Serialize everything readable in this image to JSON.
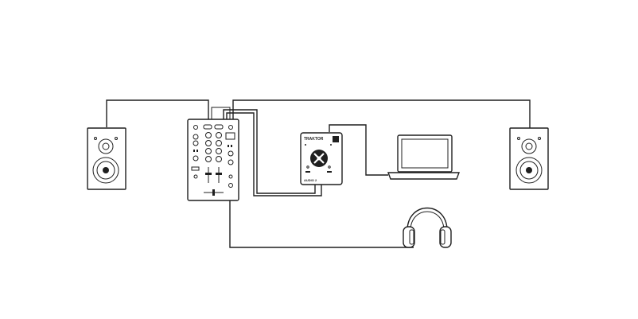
{
  "interface": {
    "brand": "TRAKTOR",
    "model": "AUDIO 2"
  },
  "colors": {
    "line": "#1f1f1f",
    "background": "#ffffff"
  },
  "devices": [
    {
      "name": "left-speaker",
      "icon": "speaker-icon"
    },
    {
      "name": "dj-mixer",
      "icon": "mixer-icon"
    },
    {
      "name": "audio-interface",
      "icon": "audio-interface-icon"
    },
    {
      "name": "laptop",
      "icon": "laptop-icon"
    },
    {
      "name": "right-speaker",
      "icon": "speaker-icon"
    },
    {
      "name": "headphones",
      "icon": "headphones-icon"
    }
  ]
}
